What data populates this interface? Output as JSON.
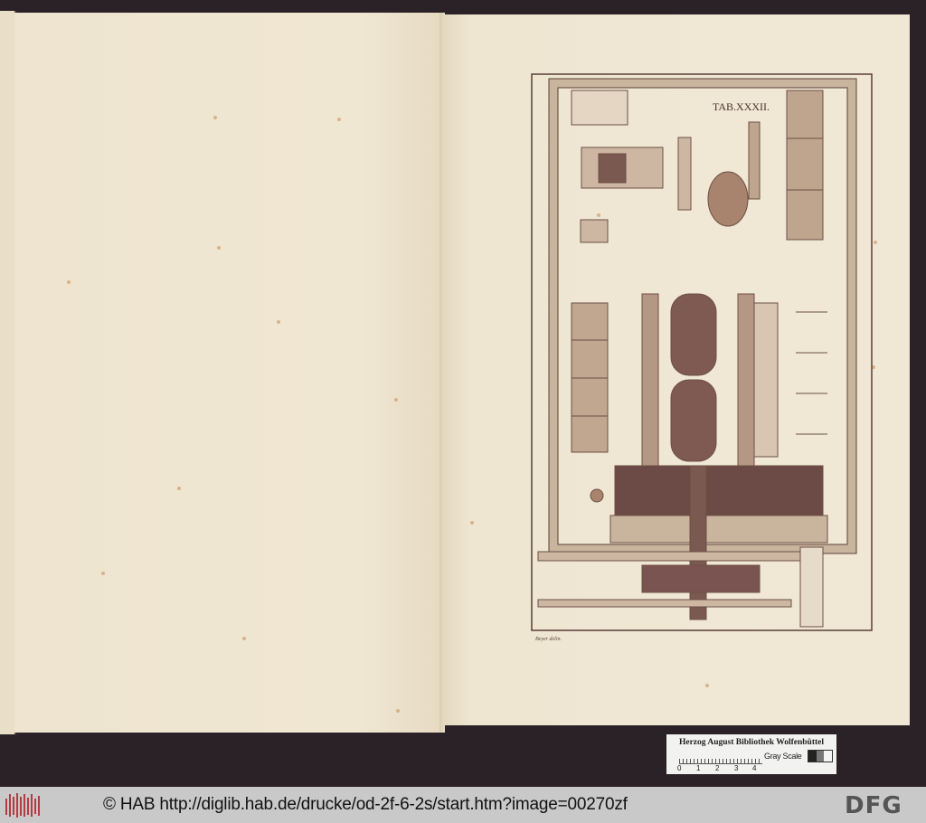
{
  "plate": {
    "title": "TAB.XXXII.",
    "signature": "Beyer delin."
  },
  "label_card": {
    "library": "Herzog August Bibliothek Wolfenbüttel",
    "ruler_ticks": [
      "0",
      "1",
      "2",
      "3",
      "4"
    ],
    "gray_scale_label": "Gray Scale",
    "gray_scale_colors": [
      "#222222",
      "#777777",
      "#f4f4f4"
    ]
  },
  "footer": {
    "text": "© HAB http://diglib.hab.de/drucke/od-2f-6-2s/start.htm?image=00270zf",
    "left_logo": "HAB",
    "right_logo": "DFG"
  },
  "colors": {
    "background": "#2a2226",
    "paper": "#f0e7d3",
    "ink": "#5a3f36",
    "footer": "#c9c9c9"
  }
}
